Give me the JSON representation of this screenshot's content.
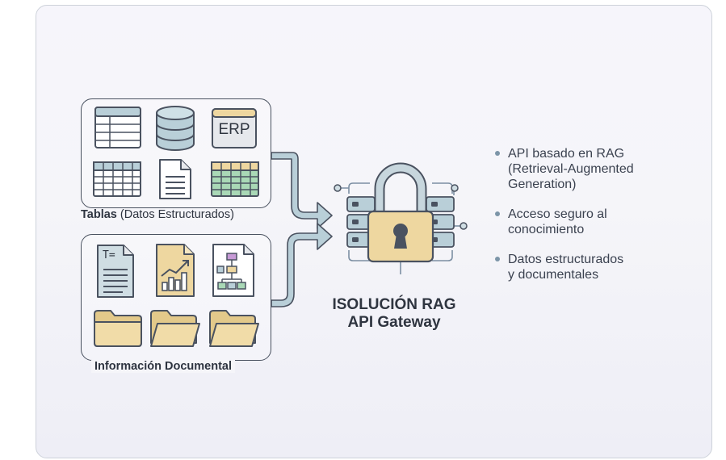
{
  "diagram": {
    "structured_group": {
      "label_bold": "Tablas",
      "label_rest": " (Datos Estructurados)",
      "erp_label": "ERP"
    },
    "document_group": {
      "label": "Información Documental",
      "text_doc_glyph": "T="
    },
    "gateway": {
      "title_line1": "ISOLUCIÓN RAG",
      "title_line2": "API Gateway"
    },
    "bullets": [
      {
        "lines": [
          "API basado en RAG",
          "(Retrieval-Augmented",
          "Generation)"
        ]
      },
      {
        "lines": [
          "Acceso seguro al",
          "conocimiento"
        ]
      },
      {
        "lines": [
          "Datos estructurados",
          "y documentales"
        ]
      }
    ],
    "colors": {
      "accent_blue": "#b9cfd8",
      "gold": "#eed7a0",
      "green": "#a9d8b6",
      "outline": "#4a5260"
    }
  }
}
